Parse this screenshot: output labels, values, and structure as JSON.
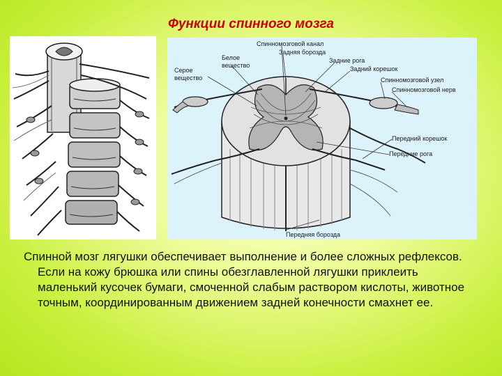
{
  "slide": {
    "title": "Функции спинного мозга",
    "body": "Спинной мозг лягушки обеспечивает выполнение и более сложных рефлексов. Если на кожу брюшка или спины обезглавленной лягушки приклеить маленький кусочек бумаги, смоченной слабым раствором кислоты, животное точным, координированным движением задней конечности смахнет ее."
  },
  "diagram": {
    "labels": {
      "gray_matter_1": "Серое",
      "gray_matter_2": "вещество",
      "white_matter_1": "Белое",
      "white_matter_2": "вещество",
      "central_canal": "Спинномозговой канал",
      "posterior_sulcus": "Задняя борозда",
      "posterior_horns": "Задние рога",
      "posterior_root": "Задний корешок",
      "spinal_ganglion": "Спинномозговой узел",
      "spinal_nerve": "Спинномозговой нерв",
      "anterior_root": "Передний корешок",
      "anterior_horns": "Передние рога",
      "anterior_fissure": "Передняя борозда"
    }
  }
}
